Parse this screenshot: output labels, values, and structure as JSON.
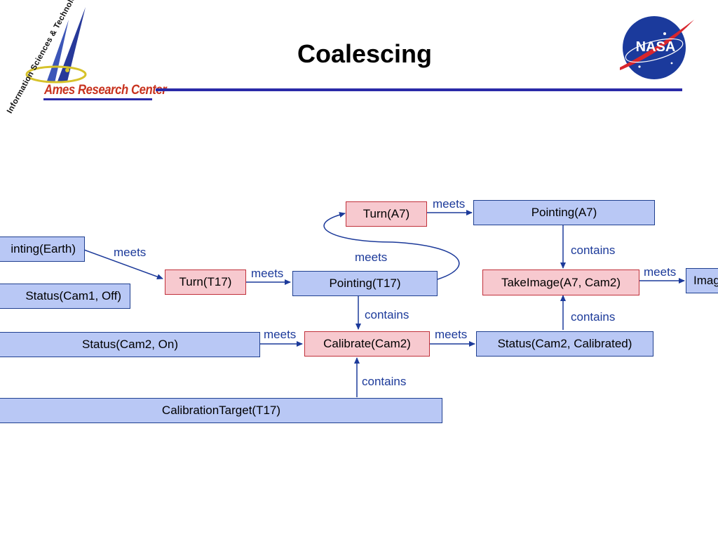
{
  "slide": {
    "title": "Coalescing"
  },
  "logos": {
    "ames_text": "Ames Research Center",
    "ist_text": "Information Sciences & Technology",
    "nasa_text": "NASA"
  },
  "nodes": {
    "pointing_earth": "inting(Earth)",
    "status_cam1_off": "Status(Cam1, Off)",
    "status_cam2_on": "Status(Cam2, On)",
    "calibration_target": "CalibrationTarget(T17)",
    "turn_t17": "Turn(T17)",
    "pointing_t17": "Pointing(T17)",
    "calibrate_cam2": "Calibrate(Cam2)",
    "turn_a7": "Turn(A7)",
    "pointing_a7": "Pointing(A7)",
    "take_image": "TakeImage(A7, Cam2)",
    "status_cam2_calibrated": "Status(Cam2, Calibrated)",
    "image_clipped": "Imag"
  },
  "edge_labels": {
    "earth_to_turn_t17": "meets",
    "turn_t17_to_pointing_t17": "meets",
    "pointing_t17_to_turn_a7": "meets",
    "turn_a7_to_pointing_a7": "meets",
    "pointing_a7_to_take_image": "contains",
    "take_image_to_image": "meets",
    "pointing_t17_to_calibrate": "contains",
    "status_cam2_on_to_calibrate": "meets",
    "calibrate_to_status_calibrated": "meets",
    "status_calibrated_to_take_image": "contains",
    "calibration_target_to_calibrate": "contains"
  },
  "colors": {
    "blue_node_fill": "#b9c8f5",
    "red_node_fill": "#f7c9cf",
    "edge_color": "#1c3a9a",
    "title_rule": "#2a2aa8"
  }
}
